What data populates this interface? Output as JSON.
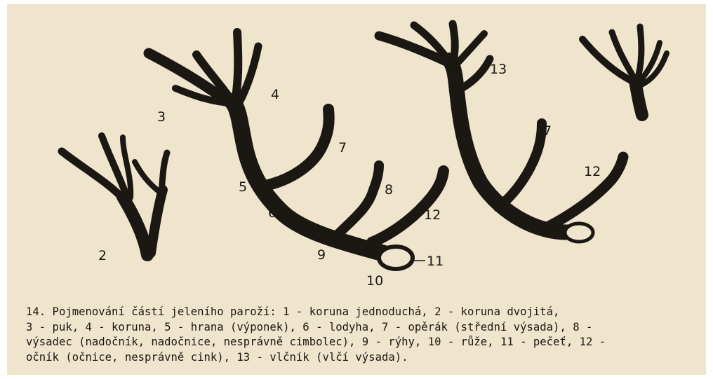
{
  "figure": {
    "labels": {
      "l2": "2",
      "l3": "3",
      "l4": "4",
      "l5": "5",
      "l6": "6",
      "l7a": "7",
      "l7b": "7",
      "l8": "8",
      "l9": "9",
      "l10": "10",
      "l11": "11",
      "l12a": "12",
      "l12b": "12",
      "l13": "13"
    }
  },
  "caption": {
    "line1": "14. Pojmenování částí jeleního paroží: 1 - koruna jednoduchá, 2 - koruna dvojitá,",
    "line2": "3 - puk, 4 - koruna, 5 - hrana (výponek), 6 - lodyha, 7 - opěrák (střední výsada), 8 -",
    "line3": "výsadec (nadočník, nadočnice, nesprávně cimbolec), 9 - rýhy, 10 - růže, 11 - pečeť, 12 -",
    "line4": "očník (očnice, nesprávně cink), 13 - vlčník (vlčí výsada)."
  },
  "colors": {
    "paper": "#efe5cc",
    "ink": "#1b1814"
  }
}
